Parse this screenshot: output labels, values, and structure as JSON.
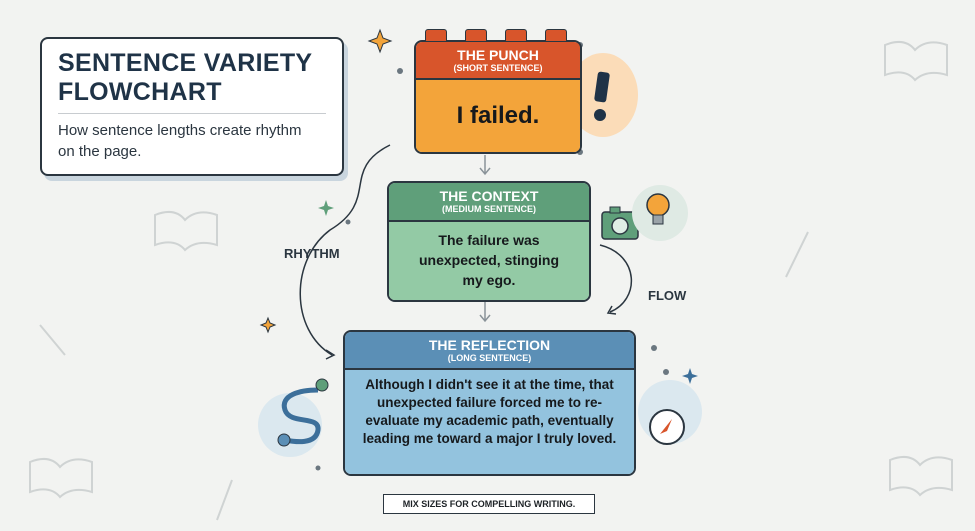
{
  "title": {
    "heading": "SENTENCE VARIETY FLOWCHART",
    "subtitle": "How sentence lengths create rhythm on the page."
  },
  "boxes": [
    {
      "title": "THE PUNCH",
      "subtitle": "(SHORT SENTENCE)",
      "text": "I failed.",
      "header_color": "#d8552b",
      "body_color": "#f3a43a"
    },
    {
      "title": "THE CONTEXT",
      "subtitle": "(MEDIUM SENTENCE)",
      "text": "The failure was unexpected, stinging my ego.",
      "header_color": "#5f9f7a",
      "body_color": "#93caa5"
    },
    {
      "title": "THE REFLECTION",
      "subtitle": "(LONG SENTENCE)",
      "text": "Although I didn't see it at the time, that unexpected failure forced me to re-evaluate my academic path, eventually leading me toward a major I truly loved.",
      "header_color": "#5b8fb6",
      "body_color": "#93c3de"
    }
  ],
  "labels": {
    "rhythm": "RHYTHM",
    "flow": "FLOW",
    "exclaim": "!"
  },
  "banner": "MIX SIZES FOR COMPELLING WRITING."
}
